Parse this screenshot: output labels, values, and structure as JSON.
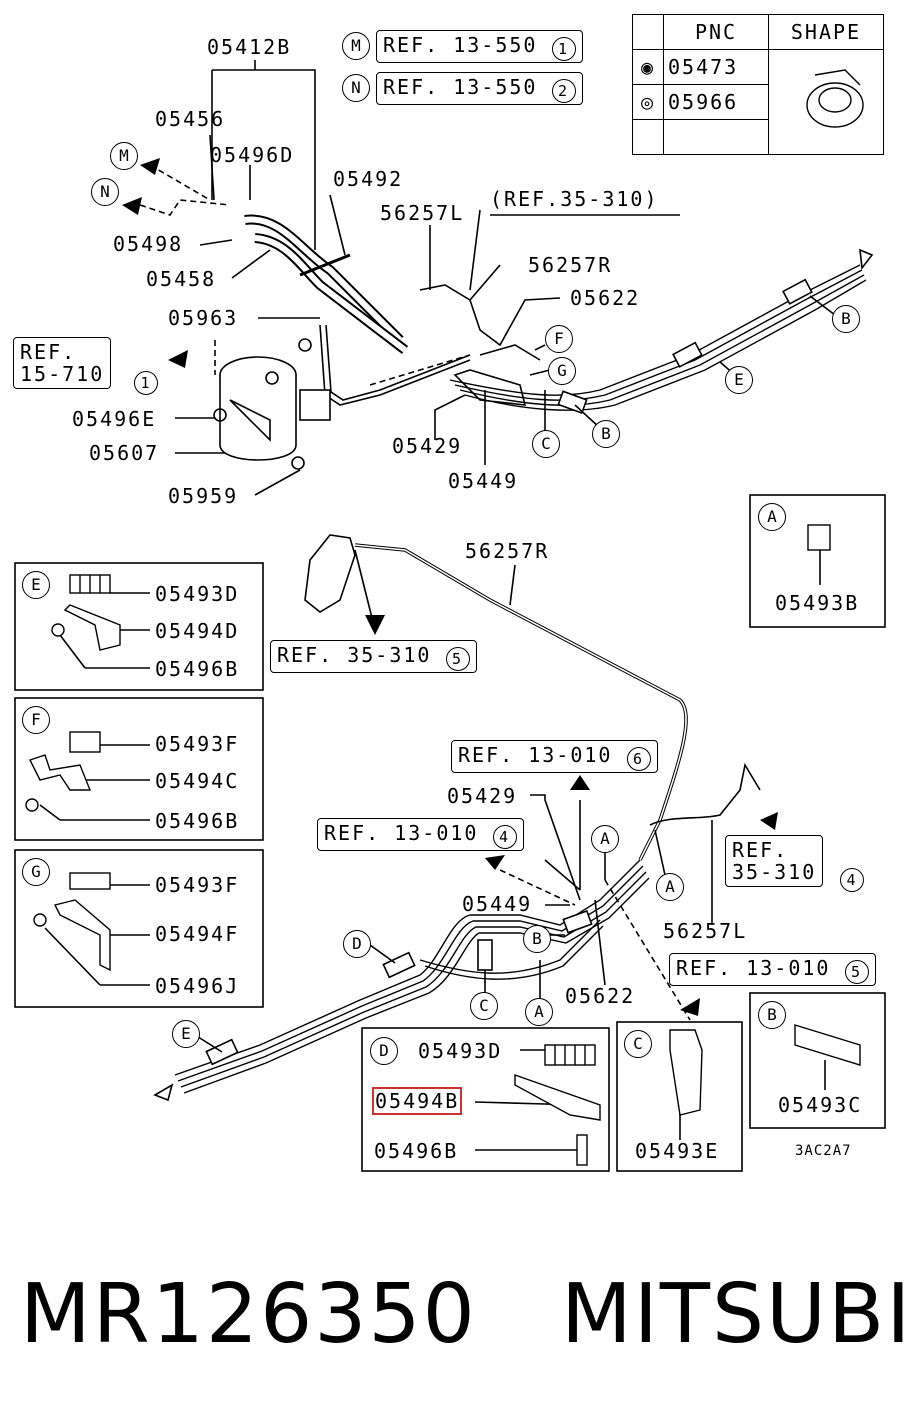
{
  "labels": {
    "p05412B": "05412B",
    "p05456": "05456",
    "p05496D": "05496D",
    "p05492": "05492",
    "p56257L_top": "56257L",
    "ref35_310_top": "(REF.35-310)",
    "p56257R_top": "56257R",
    "p05622_top": "05622",
    "p05498": "05498",
    "p05458": "05458",
    "p05963": "05963",
    "p05496E": "05496E",
    "p05607": "05607",
    "p05959": "05959",
    "p05429_top": "05429",
    "p05449_top": "05449",
    "p05493B": "05493B",
    "p56257R_mid": "56257R",
    "p05493D_E": "05493D",
    "p05494D": "05494D",
    "p05496B_E": "05496B",
    "p05493F": "05493F",
    "p05494C": "05494C",
    "p05496B_F": "05496B",
    "p05493F_G": "05493F",
    "p05494F": "05494F",
    "p05496J": "05496J",
    "p05429_mid": "05429",
    "p05449_mid": "05449",
    "p56257L_mid": "56257L",
    "p05622_mid": "05622",
    "p05493D_D": "05493D",
    "p05494B": "05494B",
    "p05496B_D": "05496B",
    "p05493E": "05493E",
    "p05493C": "05493C",
    "code": "3AC2A7"
  },
  "refs": {
    "m_ref": "REF. 13-550",
    "n_ref": "REF. 13-550",
    "ref15_710": "REF.\n15-710",
    "ref35_310_mid": "REF. 35-310",
    "ref13_010_6": "REF. 13-010",
    "ref13_010_4": "REF. 13-010",
    "ref35_310_right": "REF.\n35-310",
    "ref13_010_5": "REF. 13-010"
  },
  "circles": {
    "M": "M",
    "N": "N",
    "one": "1",
    "two": "2",
    "four": "4",
    "five": "5",
    "six": "6",
    "A": "A",
    "B": "B",
    "C": "C",
    "D": "D",
    "E": "E",
    "F": "F",
    "G": "G"
  },
  "table": {
    "header_pnc": "PNC",
    "header_shape": "SHAPE",
    "row1_pnc": "05473",
    "row2_pnc": "05966"
  },
  "footer": {
    "part_number": "MR126350",
    "brand": "MITSUBISHI"
  }
}
